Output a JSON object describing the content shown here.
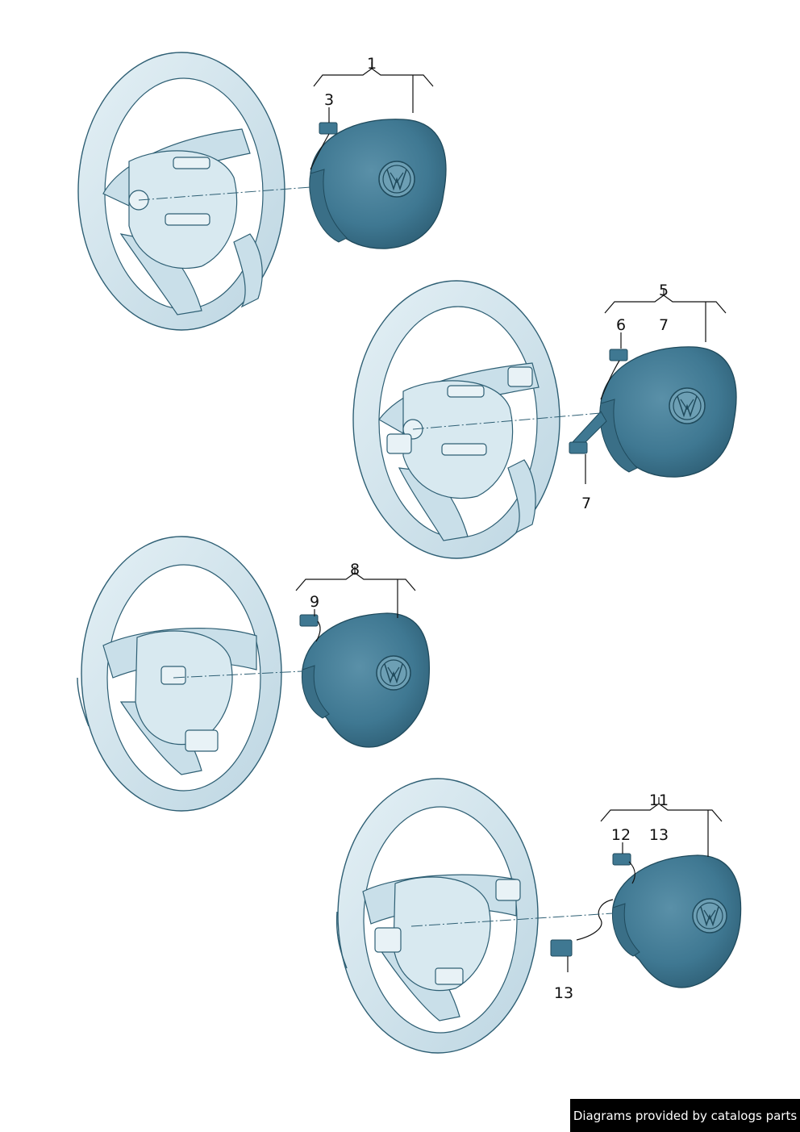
{
  "diagram": {
    "groups": [
      {
        "id": "g1",
        "bracket_label": "1",
        "callouts": [
          "3"
        ]
      },
      {
        "id": "g2",
        "bracket_label": "5",
        "callouts": [
          "6",
          "7",
          "7"
        ]
      },
      {
        "id": "g3",
        "bracket_label": "8",
        "callouts": [
          "9"
        ]
      },
      {
        "id": "g4",
        "bracket_label": "11",
        "callouts": [
          "12",
          "13",
          "13"
        ]
      }
    ]
  },
  "colors": {
    "wheel_fill": "#d4e6ee",
    "wheel_stroke": "#2e5f74",
    "airbag_fill": "#3f7892",
    "airbag_dark": "#2b5a70",
    "footer_bg": "#000000",
    "footer_text": "#ffffff"
  },
  "icons": [
    "vw-logo-icon",
    "airbag-connector-icon"
  ],
  "footer": {
    "text": "Diagrams provided by catalogs parts"
  }
}
